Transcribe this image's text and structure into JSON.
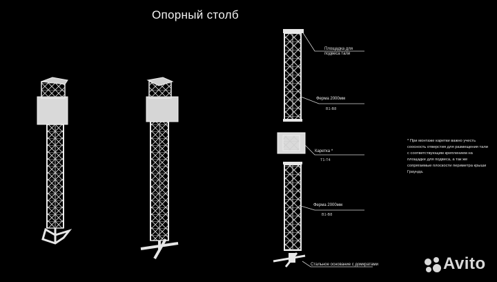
{
  "title": "Опорный столб",
  "labels": {
    "platform": "Площадка для подвеса тали",
    "truss_top": "Ферма 2000мм",
    "truss_top_code": "В1-В8",
    "carriage": "Каретка *",
    "carriage_code": "Т1-Т4",
    "truss_bottom": "Ферма 2000мм",
    "truss_bottom_code": "В1-В8",
    "base": "Стальное основание с домкратами"
  },
  "note": "* При монтаже каретки важно учесть соосность отверстия для размещения тали с соответствующим креплением на площадке для подвеса, а так же сопрягаемые плоскости периметра крыши Граунда.",
  "watermark": "Avito",
  "colors": {
    "background": "#000000",
    "truss": "#dcdcdc",
    "text": "#e6e6e6"
  }
}
